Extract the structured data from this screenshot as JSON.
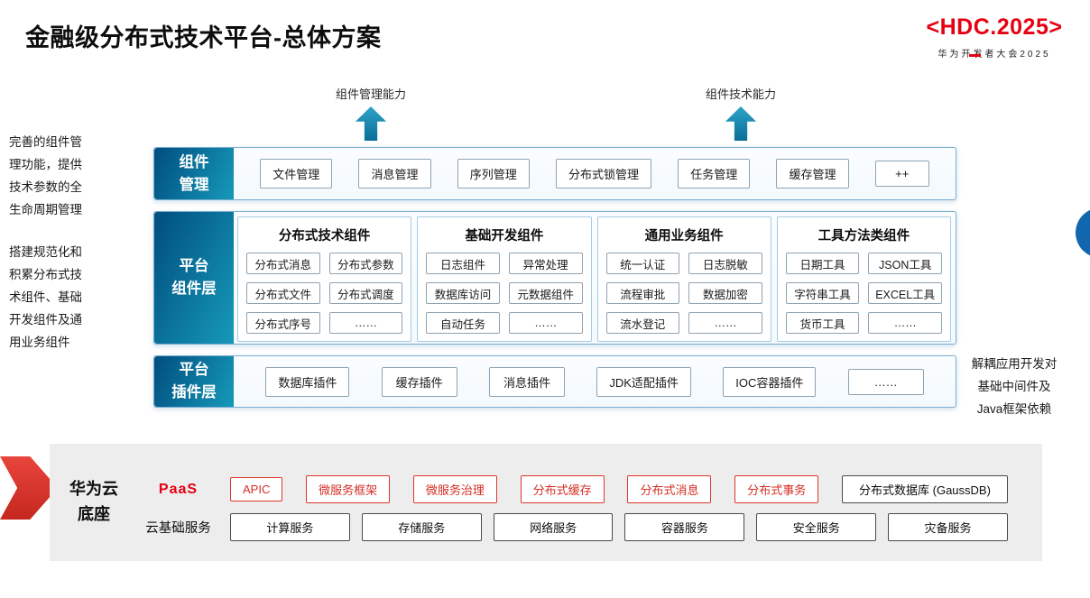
{
  "title": "金融级分布式技术平台-总体方案",
  "logo": {
    "main": "<HDC.2025>",
    "sub": "华为开发者大会2025"
  },
  "capabilities": [
    {
      "label": "组件管理能力"
    },
    {
      "label": "组件技术能力"
    }
  ],
  "annotations": {
    "left_top": "完善的组件管理功能，提供技术参数的全生命周期管理",
    "left_bottom": "搭建规范化和积累分布式技术组件、基础开发组件及通用业务组件",
    "right": "解耦应用开发对基础中间件及Java框架依赖"
  },
  "layers": {
    "management": {
      "label": "组件\n管理",
      "items": [
        "文件管理",
        "消息管理",
        "序列管理",
        "分布式锁管理",
        "任务管理",
        "缓存管理",
        "++"
      ]
    },
    "component": {
      "label": "平台\n组件层",
      "groups": [
        {
          "title": "分布式技术组件",
          "items": [
            "分布式消息",
            "分布式参数",
            "分布式文件",
            "分布式调度",
            "分布式序号",
            "……"
          ]
        },
        {
          "title": "基础开发组件",
          "items": [
            "日志组件",
            "异常处理",
            "数据库访问",
            "元数据组件",
            "自动任务",
            "……"
          ]
        },
        {
          "title": "通用业务组件",
          "items": [
            "统一认证",
            "日志脱敏",
            "流程审批",
            "数据加密",
            "流水登记",
            "……"
          ]
        },
        {
          "title": "工具方法类组件",
          "items": [
            "日期工具",
            "JSON工具",
            "字符串工具",
            "EXCEL工具",
            "货币工具",
            "……"
          ]
        }
      ]
    },
    "plugin": {
      "label": "平台\n插件层",
      "items": [
        "数据库插件",
        "缓存插件",
        "消息插件",
        "JDK适配插件",
        "IOC容器插件",
        "……"
      ]
    }
  },
  "foundation": {
    "label": "华为云\n底座",
    "paas": {
      "label": "PaaS",
      "items": [
        "APIC",
        "微服务框架",
        "微服务治理",
        "分布式缓存",
        "分布式消息",
        "分布式事务"
      ],
      "db": "分布式数据库 (GaussDB)"
    },
    "iaas": {
      "label": "云基础服务",
      "items": [
        "计算服务",
        "存储服务",
        "网络服务",
        "容器服务",
        "安全服务",
        "灾备服务"
      ]
    }
  },
  "colors": {
    "accent_red": "#e60012",
    "layer_gradient_start": "#015181",
    "layer_gradient_end": "#1596b6",
    "row_border": "#79aed2",
    "box_border": "#8ea3b3",
    "foundation_bg": "#ededed"
  }
}
